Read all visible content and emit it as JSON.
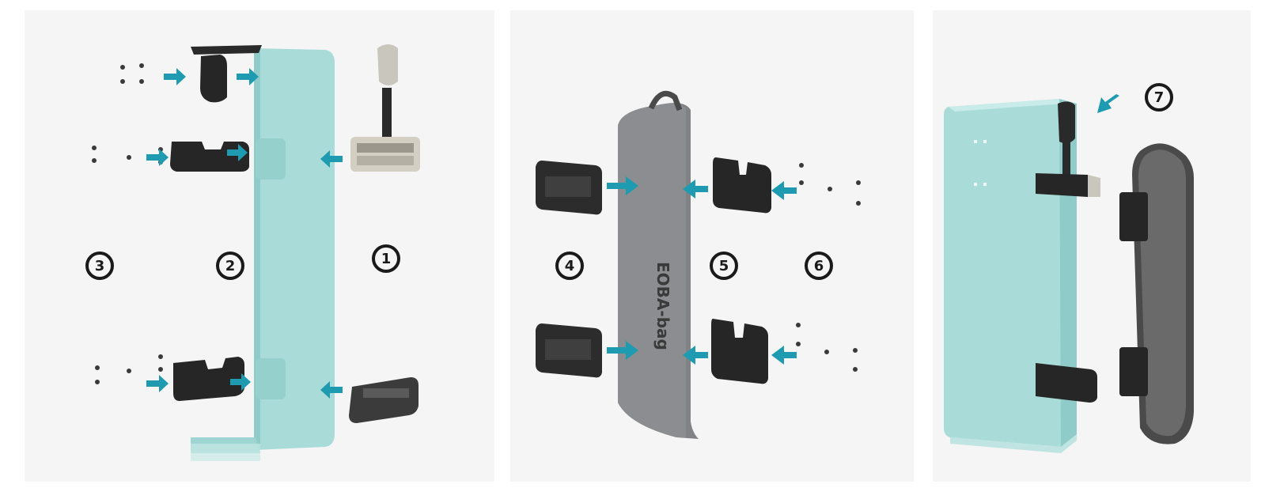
{
  "steps": [
    "1",
    "2",
    "3",
    "4",
    "5",
    "6",
    "7"
  ],
  "brand_text": "EOBA-bag",
  "colors": {
    "background": "#f5f5f5",
    "case_mint": "#a9dcd9",
    "case_mint_dark": "#86c4c1",
    "arrow_teal": "#1e9bb0",
    "plate_black": "#262626",
    "bag_gray": "#808285",
    "step_badge": "#1a1a1a"
  }
}
